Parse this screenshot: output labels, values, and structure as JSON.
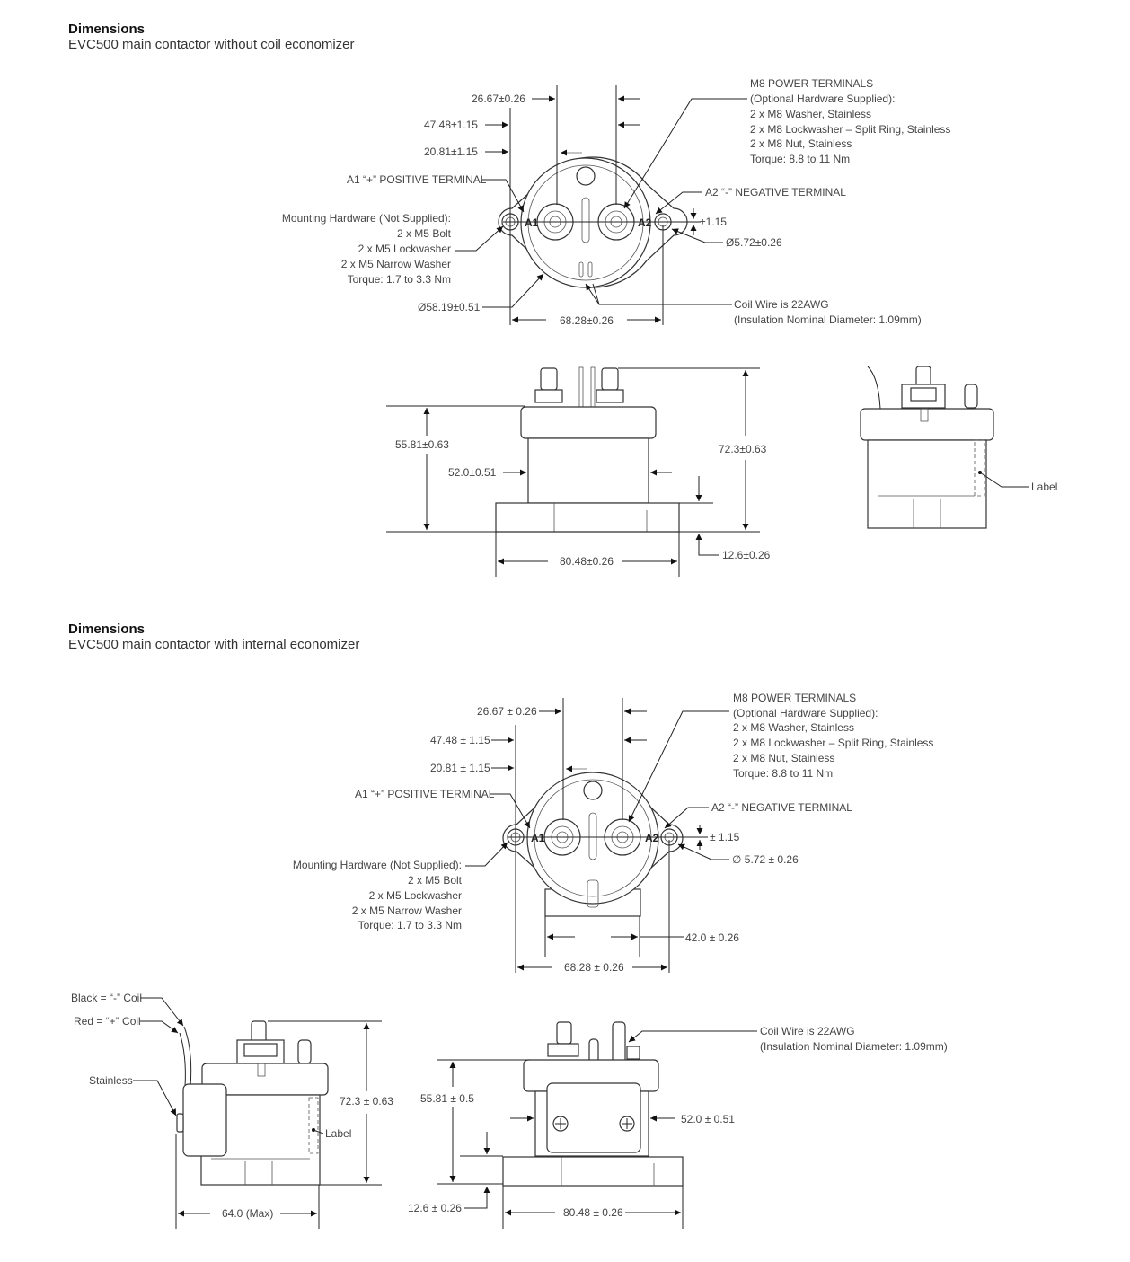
{
  "section1": {
    "title": "Dimensions",
    "subtitle": "EVC500  main contactor without coil economizer",
    "top_view": {
      "dim_terminal_spacing": "26.67±0.26",
      "dim_a": "47.48±1.15",
      "dim_b": "20.81±1.15",
      "a1_label": "A1 “+” POSITIVE TERMINAL",
      "a2_label": "A2 “-” NEGATIVE TERMINAL",
      "terminal_a1": "A1",
      "terminal_a2": "A2",
      "mounting_hardware": [
        "Mounting Hardware (Not Supplied):",
        "2 x M5 Bolt",
        "2 x M5 Lockwasher",
        "2 x M5 Narrow Washer",
        "Torque:  1.7 to 3.3 Nm"
      ],
      "power_terminals": [
        "M8 POWER TERMINALS",
        "(Optional Hardware Supplied):",
        "2 x M8 Washer, Stainless",
        "2 x M8 Lockwasher – Split Ring, Stainless",
        "2 x M8 Nut, Stainless",
        "Torque:  8.8 to 11 Nm"
      ],
      "dim_tol": "±1.15",
      "dim_hole": "Ø5.72±0.26",
      "dim_diameter": "Ø58.19±0.51",
      "dim_width": "68.28±0.26",
      "coil_wire": [
        "Coil Wire is 22AWG",
        "(Insulation Nominal Diameter:  1.09mm)"
      ]
    },
    "front_view": {
      "dim_height_body": "55.81±0.63",
      "dim_body_width": "52.0±0.51",
      "dim_height_total": "72.3±0.63",
      "dim_base_width": "80.48±0.26",
      "dim_base_height": "12.6±0.26"
    },
    "side_view": {
      "label": "Label"
    }
  },
  "section2": {
    "title": "Dimensions",
    "subtitle": "EVC500  main contactor with internal economizer",
    "top_view": {
      "dim_terminal_spacing": "26.67 ± 0.26",
      "dim_a": "47.48 ± 1.15",
      "dim_b": "20.81 ± 1.15",
      "a1_label": "A1 “+” POSITIVE TERMINAL",
      "a2_label": "A2 “-” NEGATIVE TERMINAL",
      "terminal_a1": "A1",
      "terminal_a2": "A2",
      "mounting_hardware": [
        "Mounting Hardware (Not Supplied):",
        "2 x M5 Bolt",
        "2 x M5 Lockwasher",
        "2 x M5 Narrow Washer",
        "Torque:  1.7 to 3.3 Nm"
      ],
      "power_terminals": [
        "M8 POWER TERMINALS",
        "(Optional Hardware Supplied):",
        "2 x M8 Washer, Stainless",
        "2 x M8 Lockwasher – Split Ring, Stainless",
        "2 x M8 Nut, Stainless",
        "Torque:  8.8 to 11 Nm"
      ],
      "dim_tol": "± 1.15",
      "dim_hole": "∅ 5.72 ± 0.26",
      "dim_econ_width": "42.0 ± 0.26",
      "dim_width": "68.28 ± 0.26"
    },
    "side_view": {
      "black_coil": "Black = “-” Coil",
      "red_coil": "Red = “+” Coil",
      "stainless": "Stainless",
      "dim_height_total": "72.3 ± 0.63",
      "label": "Label",
      "dim_max_width": "64.0 (Max)"
    },
    "front_view": {
      "coil_wire": [
        "Coil Wire is 22AWG",
        "(Insulation Nominal Diameter:  1.09mm)"
      ],
      "dim_height_body": "55.81 ± 0.5",
      "dim_body_width": "52.0 ± 0.51",
      "dim_base_height": "12.6 ± 0.26",
      "dim_base_width": "80.48 ± 0.26"
    }
  }
}
